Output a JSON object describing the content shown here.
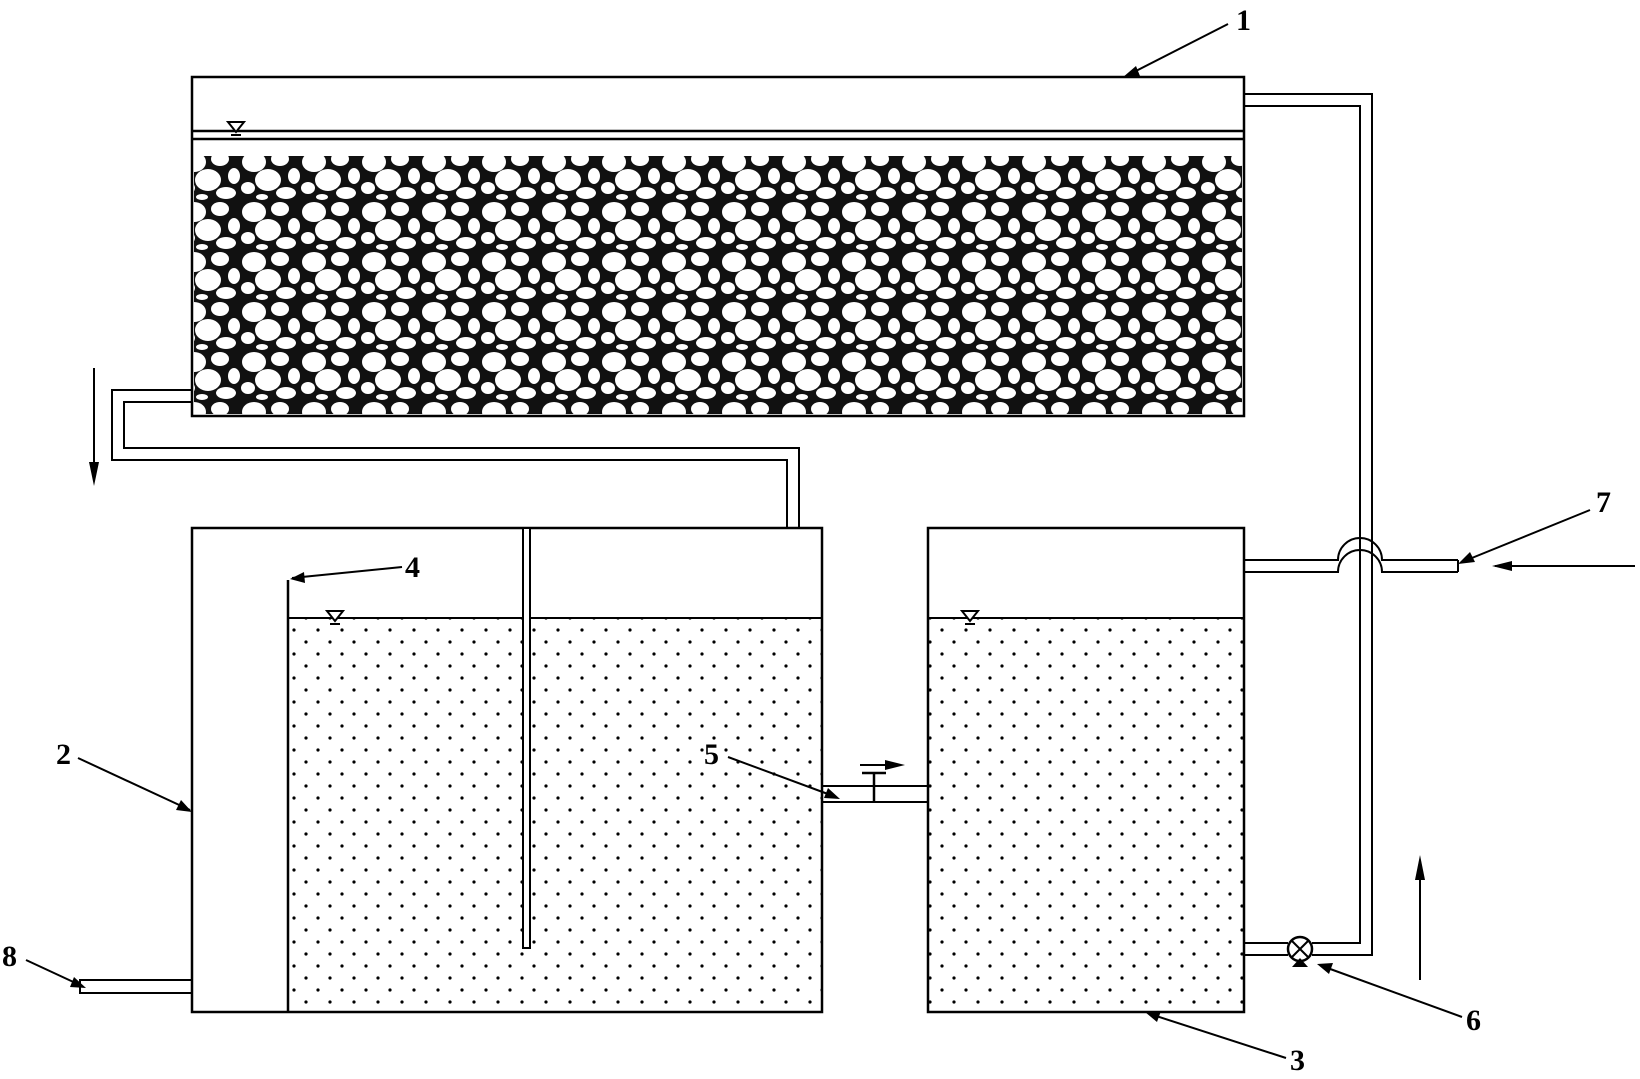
{
  "labels": {
    "l1": "1",
    "l2": "2",
    "l3": "3",
    "l4": "4",
    "l5": "5",
    "l6": "6",
    "l7": "7",
    "l8": "8"
  },
  "colors": {
    "line": "#000000",
    "background": "#ffffff",
    "gravel_fill": "#ffffff",
    "gravel_bg": "#111111"
  },
  "icons": [
    "water-level-icon",
    "flow-arrow-icon",
    "valve-icon",
    "pump-icon"
  ]
}
